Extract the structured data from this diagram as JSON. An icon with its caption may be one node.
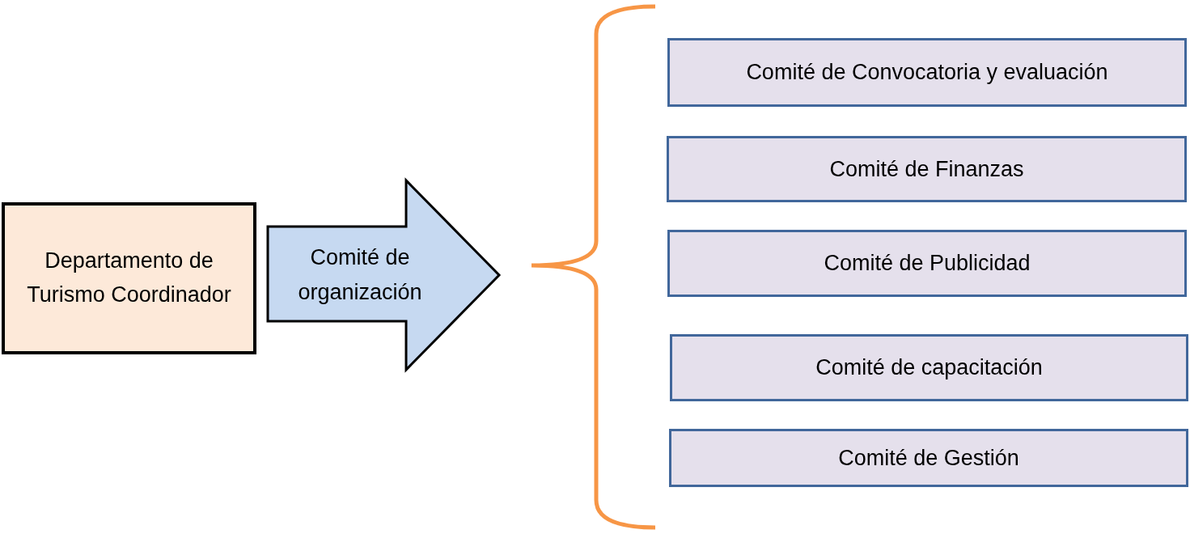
{
  "diagram": {
    "nodes": [
      {
        "text": [
          "Departamento de Turismo Coordinador"
        ]
      },
      {
        "text": [
          "Comité de organización"
        ]
      },
      {
        "text": [
          "Comité de Convocatoria y evaluación"
        ]
      },
      {
        "text": [
          "Comité de Finanzas"
        ]
      },
      {
        "text": [
          "Comité de Publicidad"
        ]
      },
      {
        "text": [
          "Comité de capacitación"
        ]
      },
      {
        "text": [
          "Comité de Gestión"
        ]
      }
    ]
  }
}
